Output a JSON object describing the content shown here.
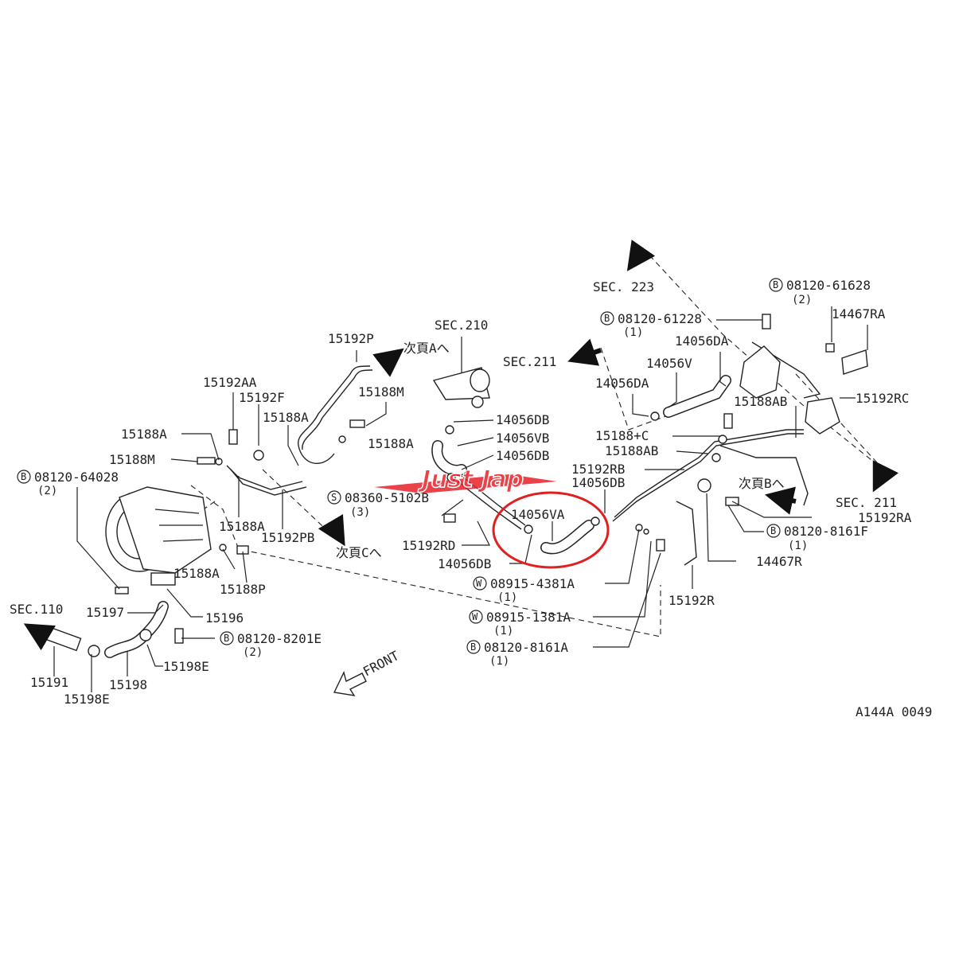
{
  "callouts": {
    "sec223": "SEC. 223",
    "b_61628": "08120-61628",
    "b_61628_qty": "(2)",
    "p_14467RA": "14467RA",
    "b_61228": "08120-61228",
    "b_61228_qty": "(1)",
    "p_14056DA_top": "14056DA",
    "p_14056V": "14056V",
    "p_14056DA_left": "14056DA",
    "sec211_top": "SEC.211",
    "p_15188AB_top": "15188AB",
    "p_15192RC": "15192RC",
    "p_15188C": "15188+C",
    "p_15188AB": "15188AB",
    "p_15192RB": "15192RB",
    "p_14056DB_r": "14056DB",
    "next_b": "次頁Bへ",
    "sec211_right": "SEC. 211",
    "p_15192RA": "15192RA",
    "b_8161F": "08120-8161F",
    "b_8161F_qty": "(1)",
    "p_14467R": "14467R",
    "p_15192R": "15192R",
    "sec210": "SEC.210",
    "p_14056DB_1": "14056DB",
    "p_14056VB": "14056VB",
    "p_14056DB_2": "14056DB",
    "s_5102B": "08360-5102B",
    "s_5102B_qty": "(3)",
    "p_14056VA": "14056VA",
    "p_15192RD": "15192RD",
    "p_14056DB_3": "14056DB",
    "w_4381A": "08915-4381A",
    "w_4381A_qty": "(1)",
    "w_1381A": "08915-1381A",
    "w_1381A_qty": "(1)",
    "b_8161A": "08120-8161A",
    "b_8161A_qty": "(1)",
    "p_15192P": "15192P",
    "next_a": "次頁Aへ",
    "p_15188M_r": "15188M",
    "p_15188A_r": "15188A",
    "p_15192AA": "15192AA",
    "p_15192F": "15192F",
    "p_15188A_mid": "15188A",
    "p_15188A_left": "15188A",
    "p_15188M_left": "15188M",
    "b_64028": "08120-64028",
    "b_64028_qty": "(2)",
    "p_15188A_low": "15188A",
    "p_15192PB": "15192PB",
    "next_c": "次頁Cへ",
    "p_15188A_bot": "15188A",
    "p_15188P": "15188P",
    "sec110": "SEC.110",
    "p_15197": "15197",
    "p_15196": "15196",
    "b_8201E": "08120-8201E",
    "b_8201E_qty": "(2)",
    "p_15198E_r": "15198E",
    "p_15191": "15191",
    "p_15198": "15198",
    "p_15198E_l": "15198E",
    "front": "FRONT",
    "figure_code": "A144A 0049",
    "watermark": "Just Jap"
  },
  "markers": {
    "bolt": "B",
    "screw": "S",
    "washer": "W"
  },
  "colors": {
    "line": "#222222",
    "highlight": "#e02020",
    "watermark": "#e8202a"
  },
  "highlighted_part": "14056VA"
}
